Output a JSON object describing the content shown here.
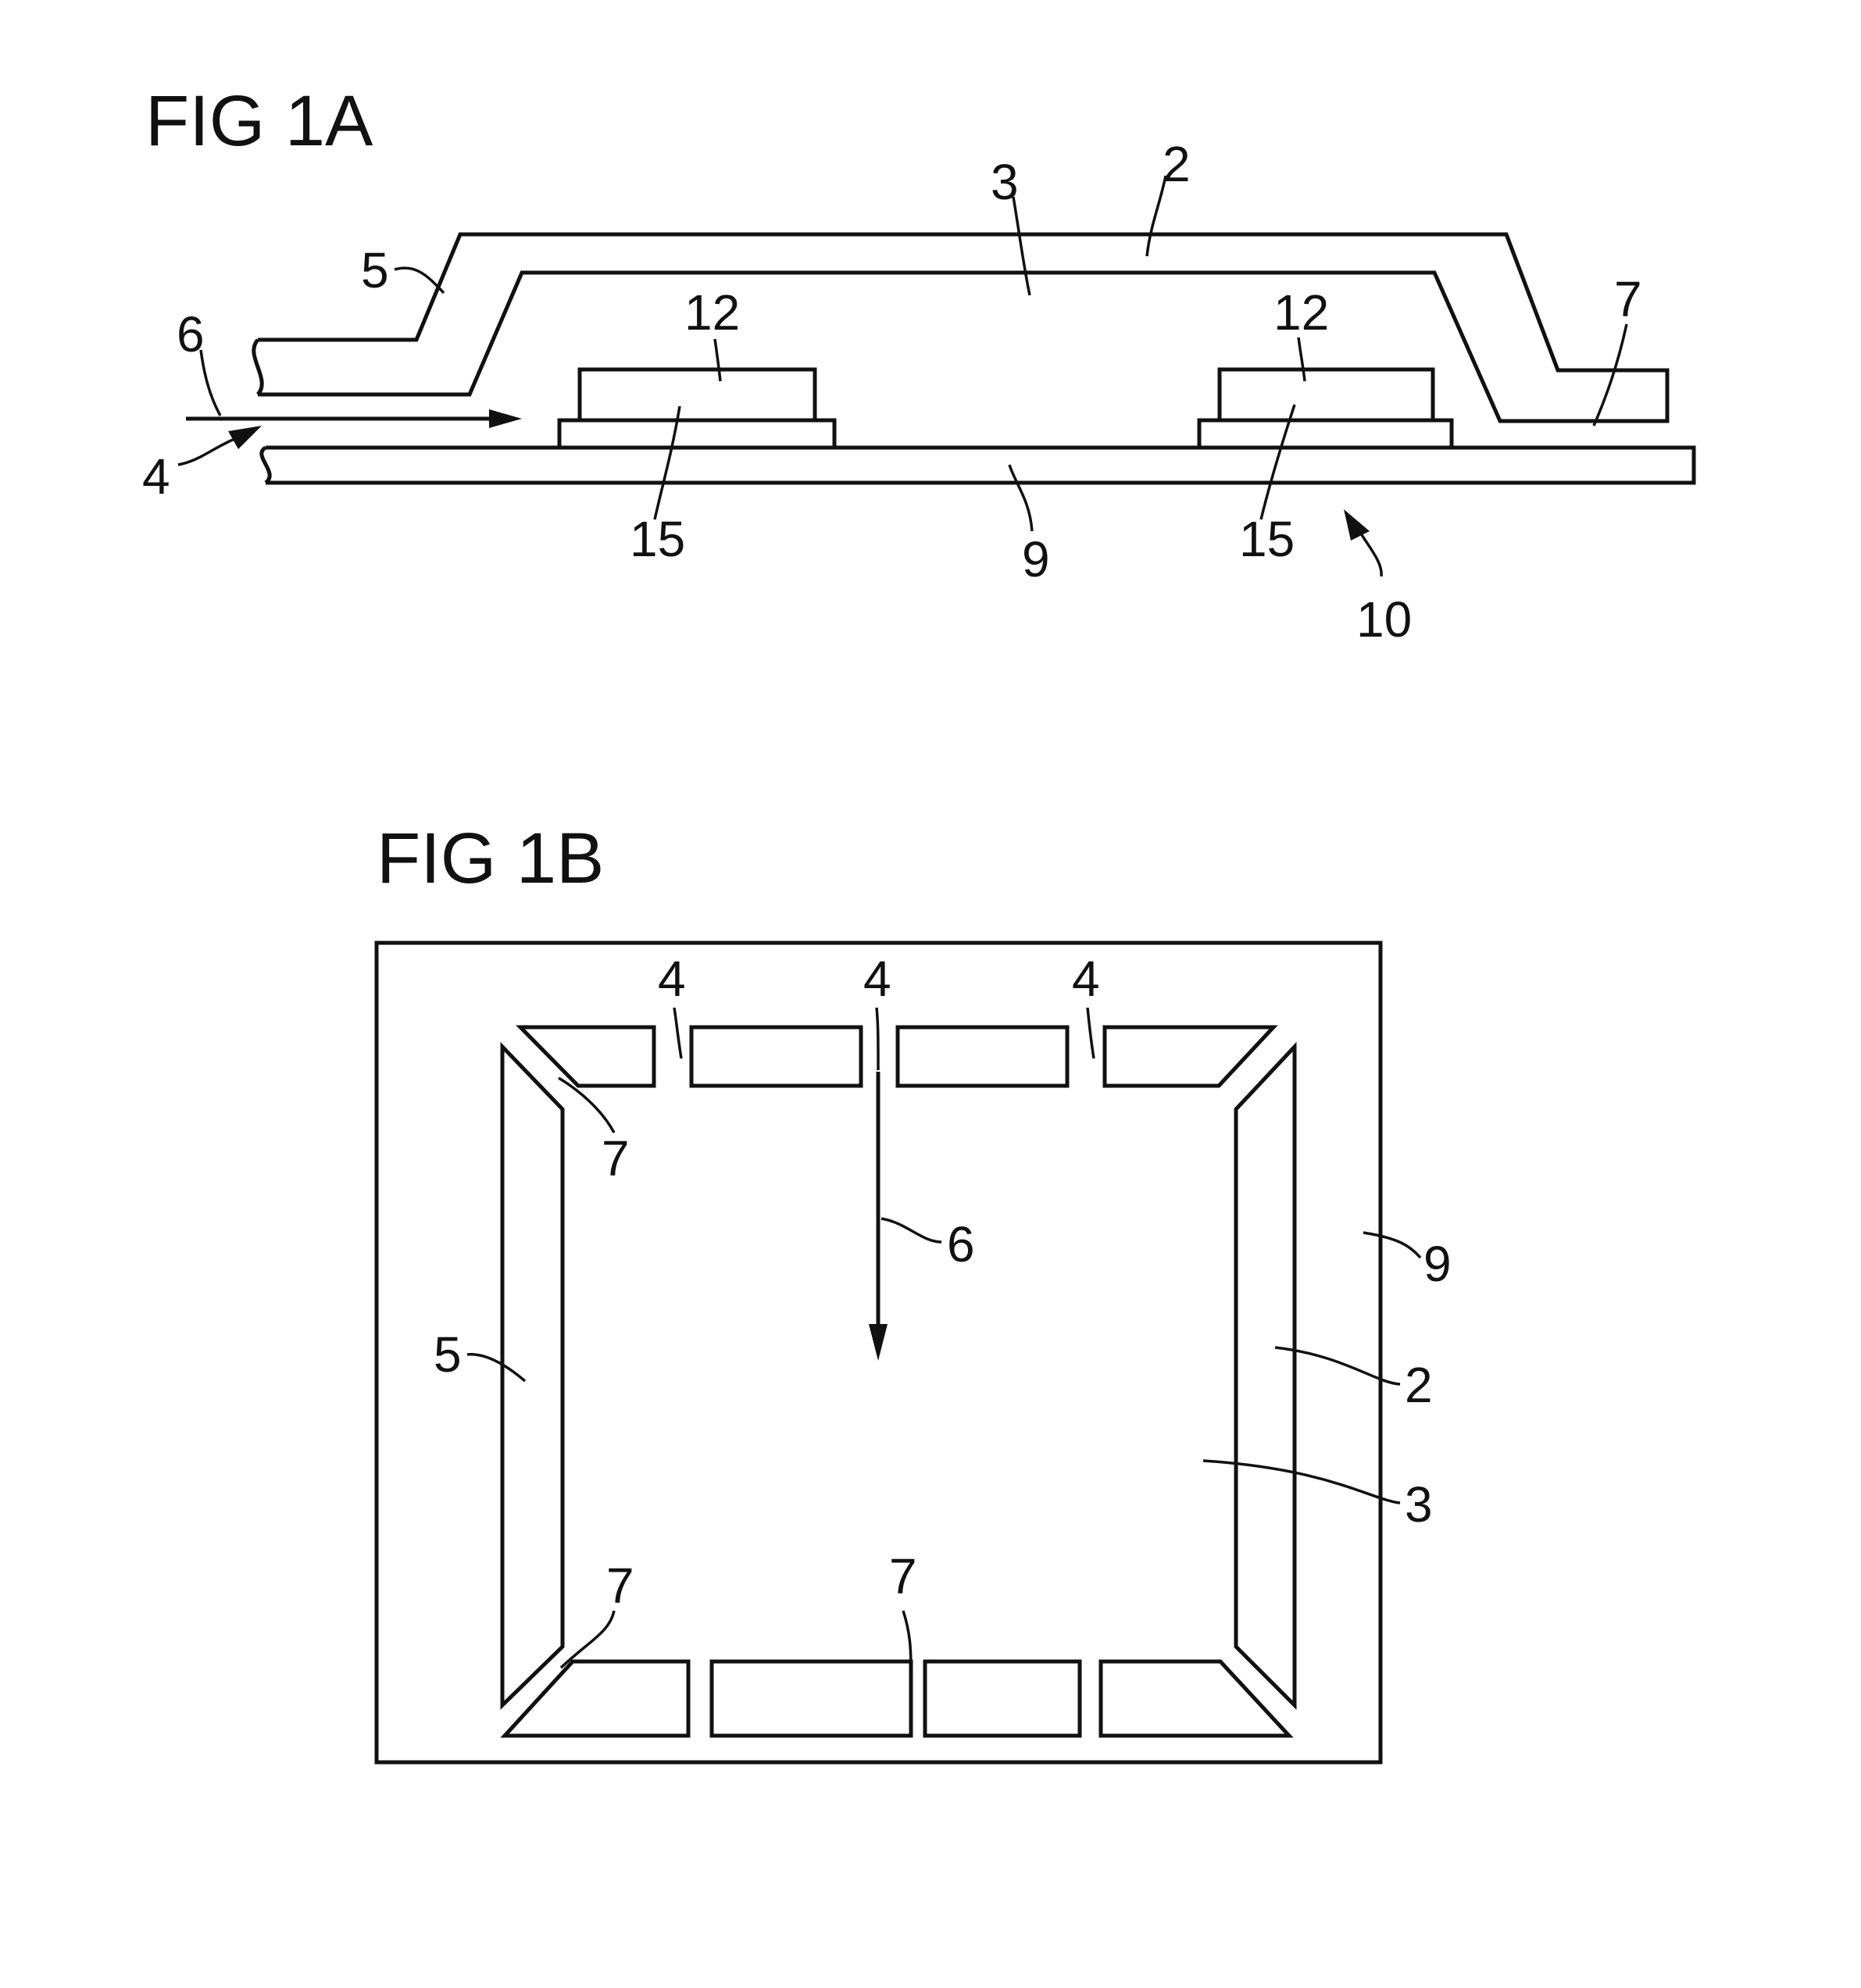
{
  "figures": {
    "fig_1a": {
      "title": "FIG 1A",
      "labels": {
        "l2": "2",
        "l3": "3",
        "l4": "4",
        "l5": "5",
        "l6": "6",
        "l7": "7",
        "l9": "9",
        "l10": "10",
        "l12_left": "12",
        "l12_right": "12",
        "l15_left": "15",
        "l15_right": "15"
      }
    },
    "fig_1b": {
      "title": "FIG 1B",
      "labels": {
        "l4_a": "4",
        "l4_b": "4",
        "l4_c": "4",
        "l7_tl": "7",
        "l7_bl": "7",
        "l7_bc": "7",
        "l6": "6",
        "l9": "9",
        "l5": "5",
        "l2": "2",
        "l3": "3"
      }
    }
  }
}
